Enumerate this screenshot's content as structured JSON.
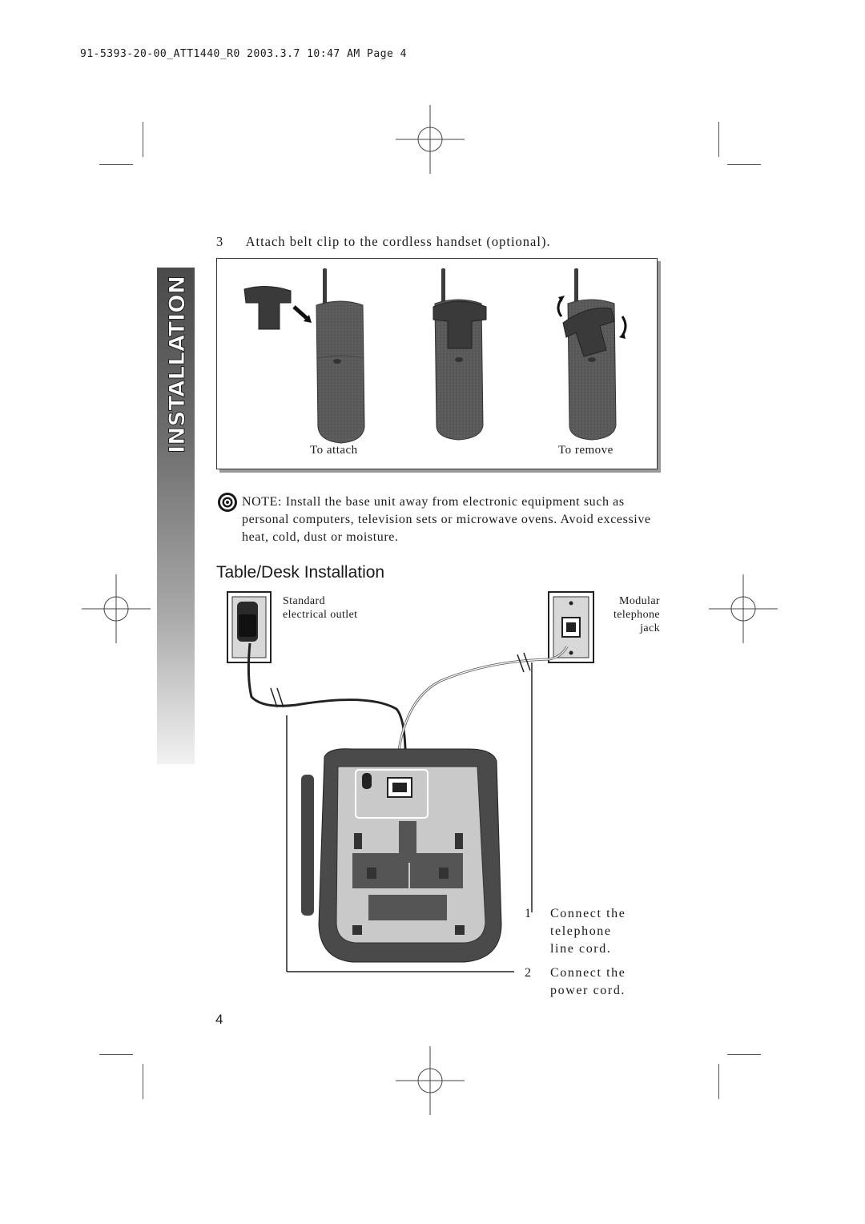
{
  "header": {
    "slug": "91-5393-20-00_ATT1440_R0  2003.3.7  10:47 AM  Page 4"
  },
  "sidebar": {
    "label": "INSTALLATION"
  },
  "belt_clip": {
    "step_number": "3",
    "step_text": "Attach belt clip to the cordless handset (optional).",
    "caption_attach": "To attach",
    "caption_remove": "To remove"
  },
  "note": {
    "icon": "target-icon",
    "text": "NOTE:  Install the base unit away from electronic equipment such as personal computers, television sets or microwave ovens. Avoid excessive heat, cold, dust or moisture."
  },
  "table_desk": {
    "title": "Table/Desk Installation",
    "outlet_label_1": "Standard",
    "outlet_label_2": "electrical outlet",
    "jack_label_1": "Modular",
    "jack_label_2": "telephone",
    "jack_label_3": "jack",
    "steps": [
      {
        "number": "1",
        "text_1": "Connect the",
        "text_2": "telephone",
        "text_3": "line cord."
      },
      {
        "number": "2",
        "text_1": "Connect the",
        "text_2": "power cord."
      }
    ]
  },
  "footer": {
    "page_number": "4"
  }
}
